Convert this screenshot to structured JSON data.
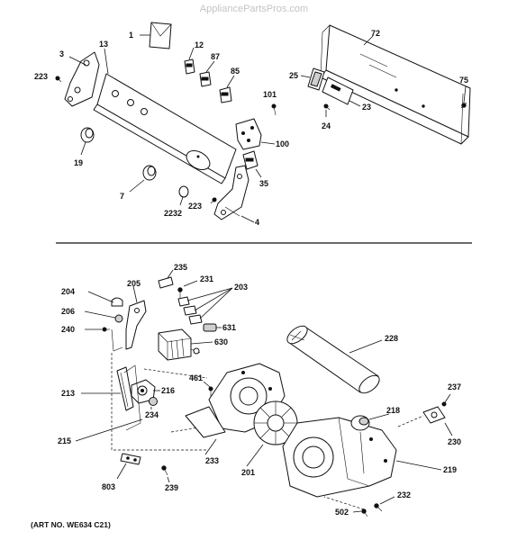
{
  "watermark": "AppliancePartsPros.com",
  "art_number": "(ART NO. WE634 C21)",
  "parts": {
    "p1": "1",
    "p3": "3",
    "p4": "4",
    "p7": "7",
    "p12": "12",
    "p13": "13",
    "p19": "19",
    "p23": "23",
    "p24": "24",
    "p25": "25",
    "p35": "35",
    "p72": "72",
    "p75": "75",
    "p85": "85",
    "p87": "87",
    "p100": "100",
    "p101": "101",
    "p201": "201",
    "p203": "203",
    "p204": "204",
    "p205": "205",
    "p206": "206",
    "p213": "213",
    "p215": "215",
    "p216": "216",
    "p218": "218",
    "p219": "219",
    "p223a": "223",
    "p223b": "223",
    "p228": "228",
    "p230": "230",
    "p231": "231",
    "p232": "232",
    "p233": "233",
    "p234": "234",
    "p235": "235",
    "p237": "237",
    "p239": "239",
    "p240": "240",
    "p461": "461",
    "p502": "502",
    "p630": "630",
    "p631": "631",
    "p803": "803",
    "p2232": "2232"
  }
}
